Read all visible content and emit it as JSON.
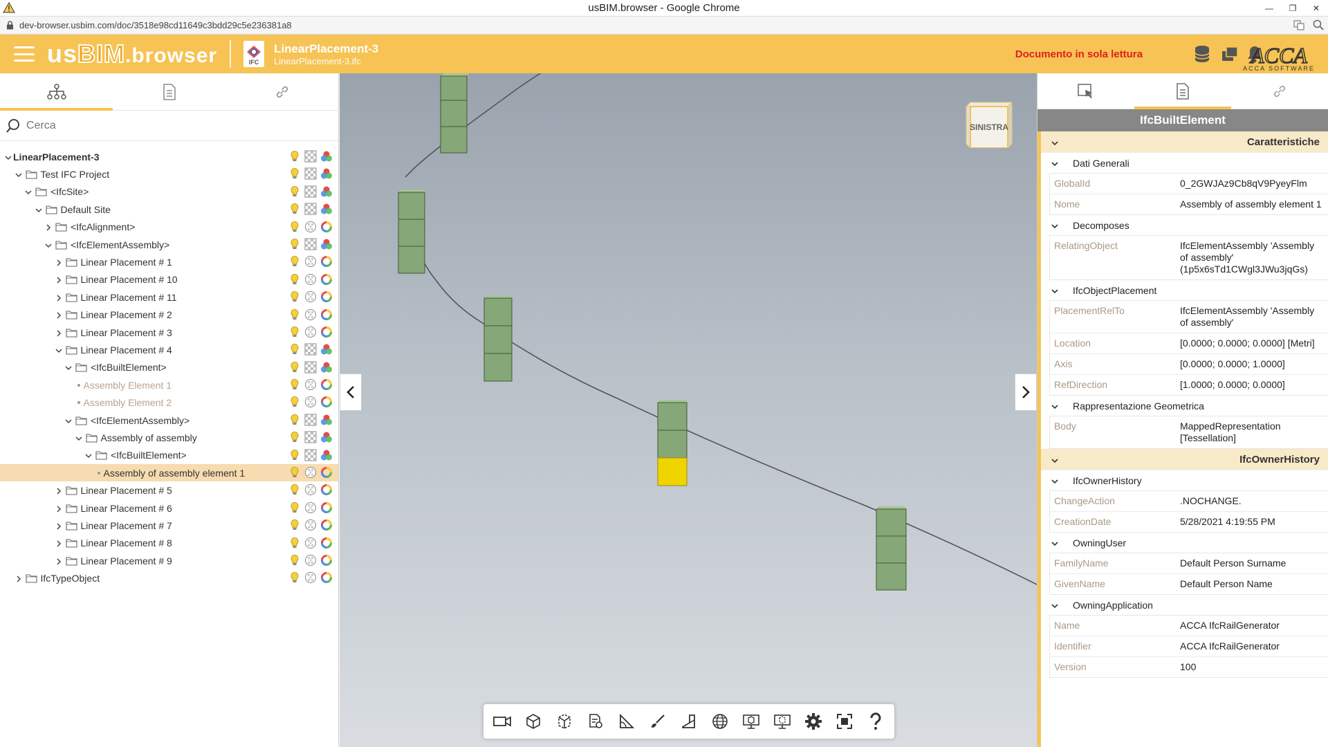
{
  "window": {
    "title": "usBIM.browser - Google Chrome"
  },
  "browser": {
    "url": "dev-browser.usbim.com/doc/3518e98cd11649c3bdd29c5e236381a8"
  },
  "app": {
    "logo_us": "us",
    "logo_bim": "BIM",
    "logo_browser": ".browser",
    "doc_title": "LinearPlacement-3",
    "doc_file": "LinearPlacement-3.ifc",
    "doc_icon_label": "IFC",
    "readonly": "Documento in sola lettura",
    "acca_logo": "ACCA",
    "acca_sub": "ACCA SOFTWARE"
  },
  "search": {
    "placeholder": "Cerca"
  },
  "tree": [
    {
      "label": "LinearPlacement-3",
      "depth": 0,
      "chev": "down",
      "folder": false,
      "bold": true,
      "style": "a"
    },
    {
      "label": "Test IFC Project",
      "depth": 1,
      "chev": "down",
      "folder": true,
      "style": "a"
    },
    {
      "label": "<IfcSite>",
      "depth": 2,
      "chev": "down",
      "folder": true,
      "style": "a"
    },
    {
      "label": "Default Site",
      "depth": 3,
      "chev": "down",
      "folder": true,
      "style": "a"
    },
    {
      "label": "<IfcAlignment>",
      "depth": 4,
      "chev": "right",
      "folder": true,
      "style": "b"
    },
    {
      "label": "<IfcElementAssembly>",
      "depth": 4,
      "chev": "down",
      "folder": true,
      "style": "a"
    },
    {
      "label": "Linear Placement # 1",
      "depth": 5,
      "chev": "right",
      "folder": true,
      "style": "b"
    },
    {
      "label": "Linear Placement # 10",
      "depth": 5,
      "chev": "right",
      "folder": true,
      "style": "b"
    },
    {
      "label": "Linear Placement # 11",
      "depth": 5,
      "chev": "right",
      "folder": true,
      "style": "b"
    },
    {
      "label": "Linear Placement # 2",
      "depth": 5,
      "chev": "right",
      "folder": true,
      "style": "b"
    },
    {
      "label": "Linear Placement # 3",
      "depth": 5,
      "chev": "right",
      "folder": true,
      "style": "b"
    },
    {
      "label": "Linear Placement # 4",
      "depth": 5,
      "chev": "down",
      "folder": true,
      "style": "a"
    },
    {
      "label": "<IfcBuiltElement>",
      "depth": 6,
      "chev": "down",
      "folder": true,
      "style": "a"
    },
    {
      "label": "Assembly Element 1",
      "depth": 7,
      "leaf": true,
      "gray": true,
      "style": "b"
    },
    {
      "label": "Assembly Element 2",
      "depth": 7,
      "leaf": true,
      "gray": true,
      "style": "b"
    },
    {
      "label": "<IfcElementAssembly>",
      "depth": 6,
      "chev": "down",
      "folder": true,
      "style": "a"
    },
    {
      "label": "Assembly of assembly",
      "depth": 7,
      "chev": "down",
      "folder": true,
      "style": "a"
    },
    {
      "label": "<IfcBuiltElement>",
      "depth": 8,
      "chev": "down",
      "folder": true,
      "style": "a"
    },
    {
      "label": "Assembly of assembly element 1",
      "depth": 9,
      "leaf": true,
      "selected": true,
      "style": "b"
    },
    {
      "label": "Linear Placement # 5",
      "depth": 5,
      "chev": "right",
      "folder": true,
      "style": "b"
    },
    {
      "label": "Linear Placement # 6",
      "depth": 5,
      "chev": "right",
      "folder": true,
      "style": "b"
    },
    {
      "label": "Linear Placement # 7",
      "depth": 5,
      "chev": "right",
      "folder": true,
      "style": "b"
    },
    {
      "label": "Linear Placement # 8",
      "depth": 5,
      "chev": "right",
      "folder": true,
      "style": "b"
    },
    {
      "label": "Linear Placement # 9",
      "depth": 5,
      "chev": "right",
      "folder": true,
      "style": "b"
    },
    {
      "label": "IfcTypeObject",
      "depth": 1,
      "chev": "right",
      "folder": true,
      "style": "b"
    }
  ],
  "viewcube": {
    "face": "SINISTRA"
  },
  "panel": {
    "title": "IfcBuiltElement",
    "sections": [
      {
        "title": "Caratteristiche",
        "groups": [
          {
            "title": "Dati Generali",
            "rows": [
              {
                "k": "GlobalId",
                "v": "0_2GWJAz9Cb8qV9PyeyFlm"
              },
              {
                "k": "Nome",
                "v": "Assembly of assembly element 1"
              }
            ]
          },
          {
            "title": "Decomposes",
            "rows": [
              {
                "k": "RelatingObject",
                "v": "IfcElementAssembly 'Assembly of assembly' (1p5x6sTd1CWgl3JWu3jqGs)"
              }
            ]
          },
          {
            "title": "IfcObjectPlacement",
            "rows": [
              {
                "k": "PlacementRelTo",
                "v": "IfcElementAssembly 'Assembly of assembly'"
              },
              {
                "k": "Location",
                "v": "[0.0000; 0.0000; 0.0000] [Metri]"
              },
              {
                "k": "Axis",
                "v": "[0.0000; 0.0000; 1.0000]"
              },
              {
                "k": "RefDirection",
                "v": "[1.0000; 0.0000; 0.0000]"
              }
            ]
          },
          {
            "title": "Rappresentazione Geometrica",
            "rows": [
              {
                "k": "Body",
                "v": "MappedRepresentation [Tessellation]"
              }
            ]
          }
        ]
      },
      {
        "title": "IfcOwnerHistory",
        "groups": [
          {
            "title": "IfcOwnerHistory",
            "rows": [
              {
                "k": "ChangeAction",
                "v": ".NOCHANGE."
              },
              {
                "k": "CreationDate",
                "v": "5/28/2021 4:19:55 PM"
              }
            ]
          },
          {
            "title": "OwningUser",
            "rows": [
              {
                "k": "FamilyName",
                "v": "Default Person Surname"
              },
              {
                "k": "GivenName",
                "v": "Default Person Name"
              }
            ]
          },
          {
            "title": "OwningApplication",
            "rows": [
              {
                "k": "Name",
                "v": "ACCA IfcRailGenerator"
              },
              {
                "k": "Identifier",
                "v": "ACCA IfcRailGenerator"
              },
              {
                "k": "Version",
                "v": "100"
              }
            ]
          }
        ]
      }
    ]
  },
  "colors": {
    "accent": "#f6c354",
    "readonly": "#e01e1e",
    "selected_row": "#f6dcb0",
    "element_green": "#86a777",
    "element_selected": "#f0d400"
  }
}
